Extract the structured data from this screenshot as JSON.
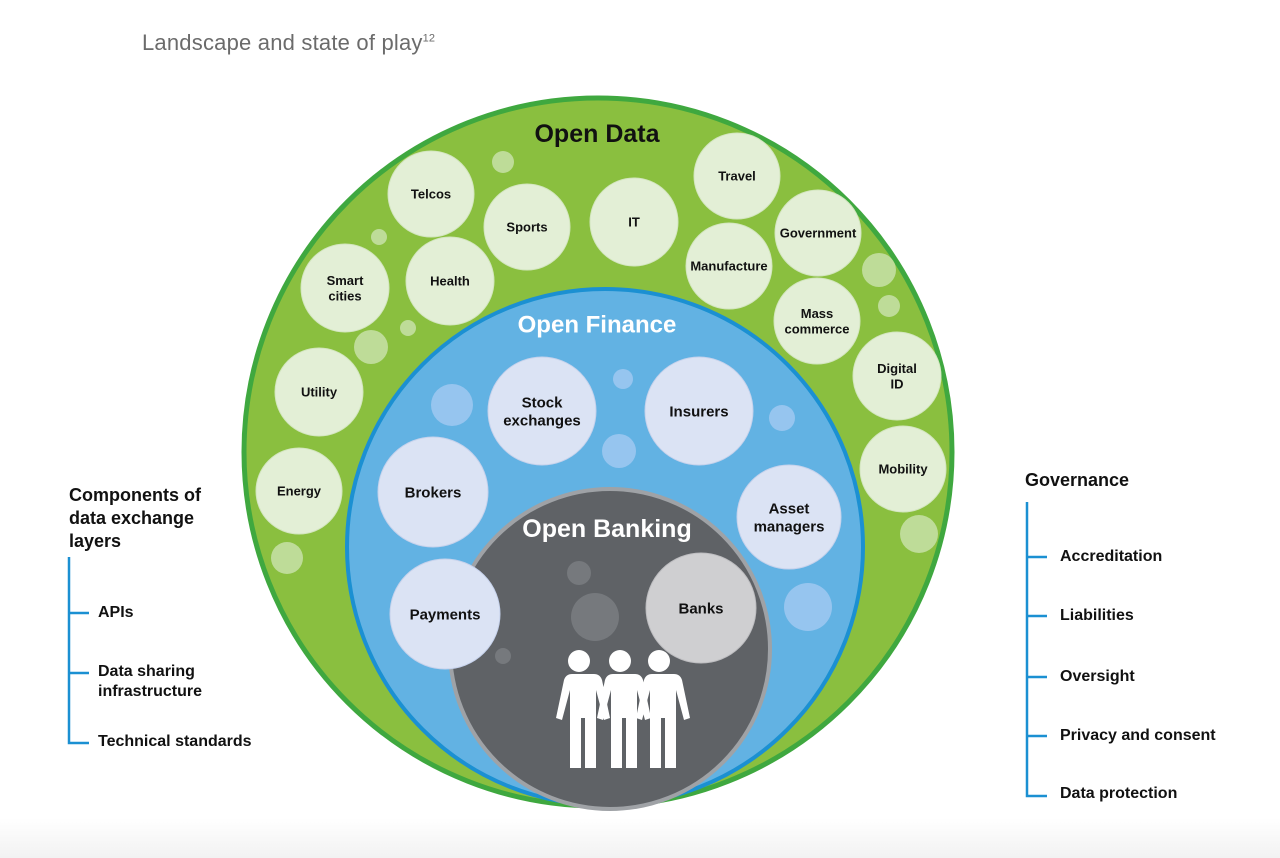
{
  "page": {
    "title": "Landscape and state of play",
    "title_sup": "12"
  },
  "diagram": {
    "layers": {
      "open_data": "Open Data",
      "open_finance": "Open Finance",
      "open_banking": "Open Banking"
    },
    "open_data_items": [
      "Telcos",
      "Sports",
      "IT",
      "Travel",
      "Smart cities",
      "Health",
      "Government",
      "Manufacture",
      "Mass commerce",
      "Utility",
      "Digital ID",
      "Energy",
      "Mobility"
    ],
    "open_finance_items": [
      "Stock exchanges",
      "Insurers",
      "Brokers",
      "Asset managers",
      "Payments"
    ],
    "open_banking_items": [
      "Banks"
    ],
    "colors": {
      "open_data": "#8abf3f",
      "open_data_border": "#3fa83f",
      "open_finance": "#62b2e3",
      "open_finance_border": "#1b90d2",
      "open_banking": "#5f6266",
      "open_banking_border": "#9fa2a6",
      "bubble_green": "#e3efd6",
      "bubble_blue": "#dbe3f4",
      "bubble_grey": "#cfcfd1",
      "bracket": "#1b90d2"
    },
    "icon": "people-group-icon"
  },
  "components": {
    "title": "Components of data exchange layers",
    "items": [
      "APIs",
      "Data sharing infrastructure",
      "Technical standards"
    ]
  },
  "governance": {
    "title": "Governance",
    "items": [
      "Accreditation",
      "Liabilities",
      "Oversight",
      "Privacy and consent",
      "Data protection"
    ]
  }
}
